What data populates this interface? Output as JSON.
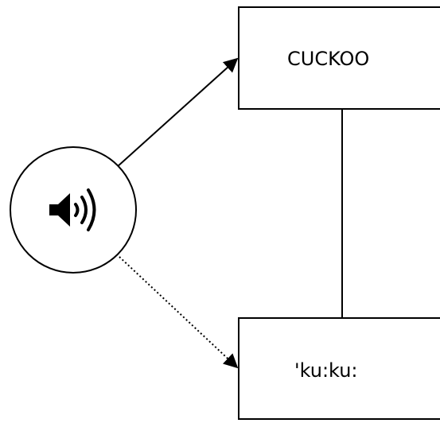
{
  "diagram": {
    "top_box": {
      "label": "CUCKOO"
    },
    "bottom_box": {
      "label": "'ku:ku:"
    },
    "sound_node": {
      "icon": "speaker-sound-icon"
    },
    "connections": [
      {
        "from": "sound_node",
        "to": "top_box",
        "style": "solid",
        "arrow": true
      },
      {
        "from": "sound_node",
        "to": "bottom_box",
        "style": "dotted",
        "arrow": true
      },
      {
        "from": "top_box",
        "to": "bottom_box",
        "style": "solid",
        "arrow": false
      }
    ],
    "colors": {
      "stroke": "#000000",
      "fill": "#ffffff"
    }
  }
}
